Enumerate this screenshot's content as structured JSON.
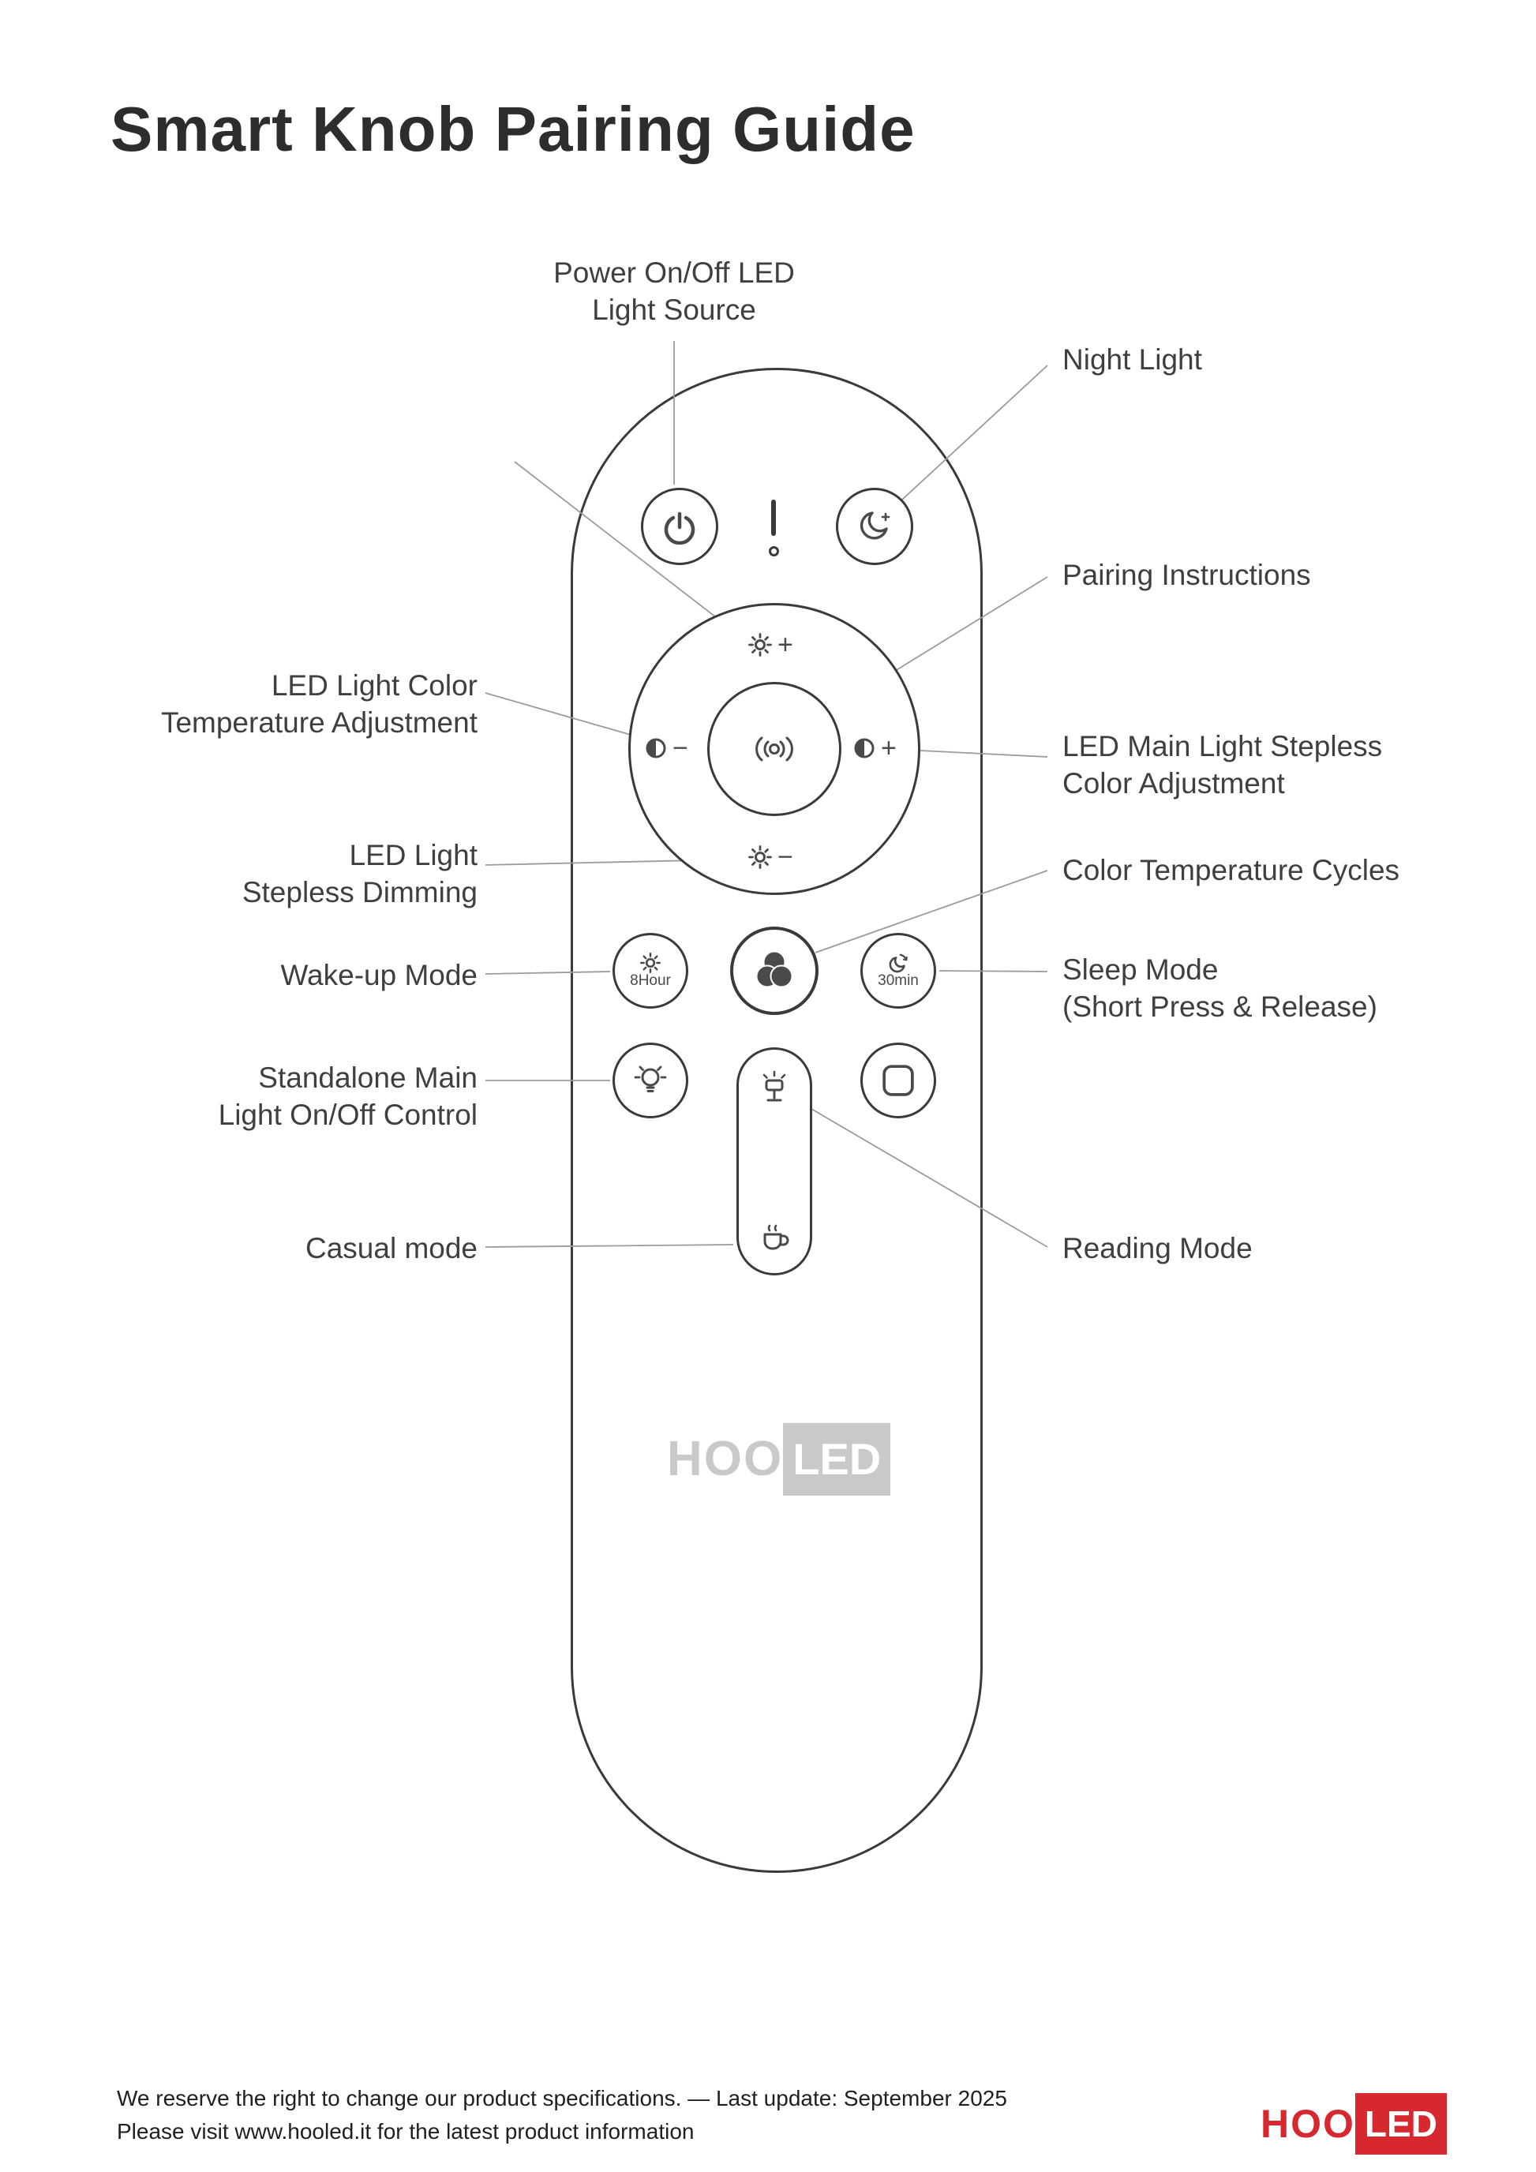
{
  "page": {
    "title": "Smart Knob Pairing Guide",
    "footer": {
      "line1": "We reserve the right to change our product specifications. — Last update: September 2025",
      "line2": "Please visit www.hooled.it for the latest product information"
    }
  },
  "brand": {
    "name_prefix": "HOO",
    "name_suffix": "LED",
    "logo_red": "#d7282f",
    "watermark_gray": "#c9c9c9"
  },
  "labels": {
    "power": {
      "line1": "Power On/Off LED",
      "line2": "Light Source"
    },
    "night": "Night Light",
    "pairing": "Pairing Instructions",
    "color_temp": {
      "line1": "LED Light Color",
      "line2": "Temperature Adjustment"
    },
    "main_stepless": {
      "line1": "LED Main Light Stepless",
      "line2": "Color Adjustment"
    },
    "dimming": {
      "line1": "LED Light",
      "line2": "Stepless Dimming"
    },
    "color_cycles": "Color Temperature Cycles",
    "wakeup": "Wake-up Mode",
    "sleep": {
      "line1": "Sleep Mode",
      "line2": "(Short Press & Release)"
    },
    "standalone": {
      "line1": "Standalone Main",
      "line2": "Light On/Off Control"
    },
    "casual": "Casual mode",
    "reading": "Reading Mode"
  },
  "remote": {
    "buttons": {
      "wakeup_text": "8Hour",
      "sleep_text": "30min"
    },
    "glyphs": {
      "plus": "+",
      "minus": "−"
    }
  },
  "icons": {
    "power": "power-symbol",
    "status_led": "led-indicator",
    "night_light": "crescent-moon-sparkle",
    "brightness_up": "sun-plus",
    "brightness_down": "sun-minus",
    "temp_left": "half-circle-minus",
    "temp_right": "half-circle-plus",
    "pairing": "signal-parentheses",
    "wakeup": "sun",
    "color_cycle": "three-overlapping-circles",
    "sleep": "moon-timer",
    "standalone": "light-bulb",
    "reading": "desk-lamp",
    "casual": "coffee-cup",
    "scene": "rounded-square"
  }
}
